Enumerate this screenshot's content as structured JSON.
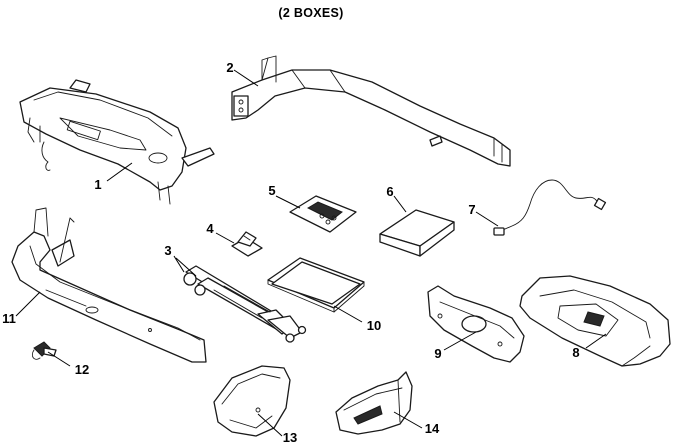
{
  "header": {
    "title": "(2 BOXES)"
  },
  "callouts": [
    "1",
    "2",
    "3",
    "4",
    "5",
    "6",
    "7",
    "8",
    "9",
    "10",
    "11",
    "12",
    "13",
    "14"
  ]
}
